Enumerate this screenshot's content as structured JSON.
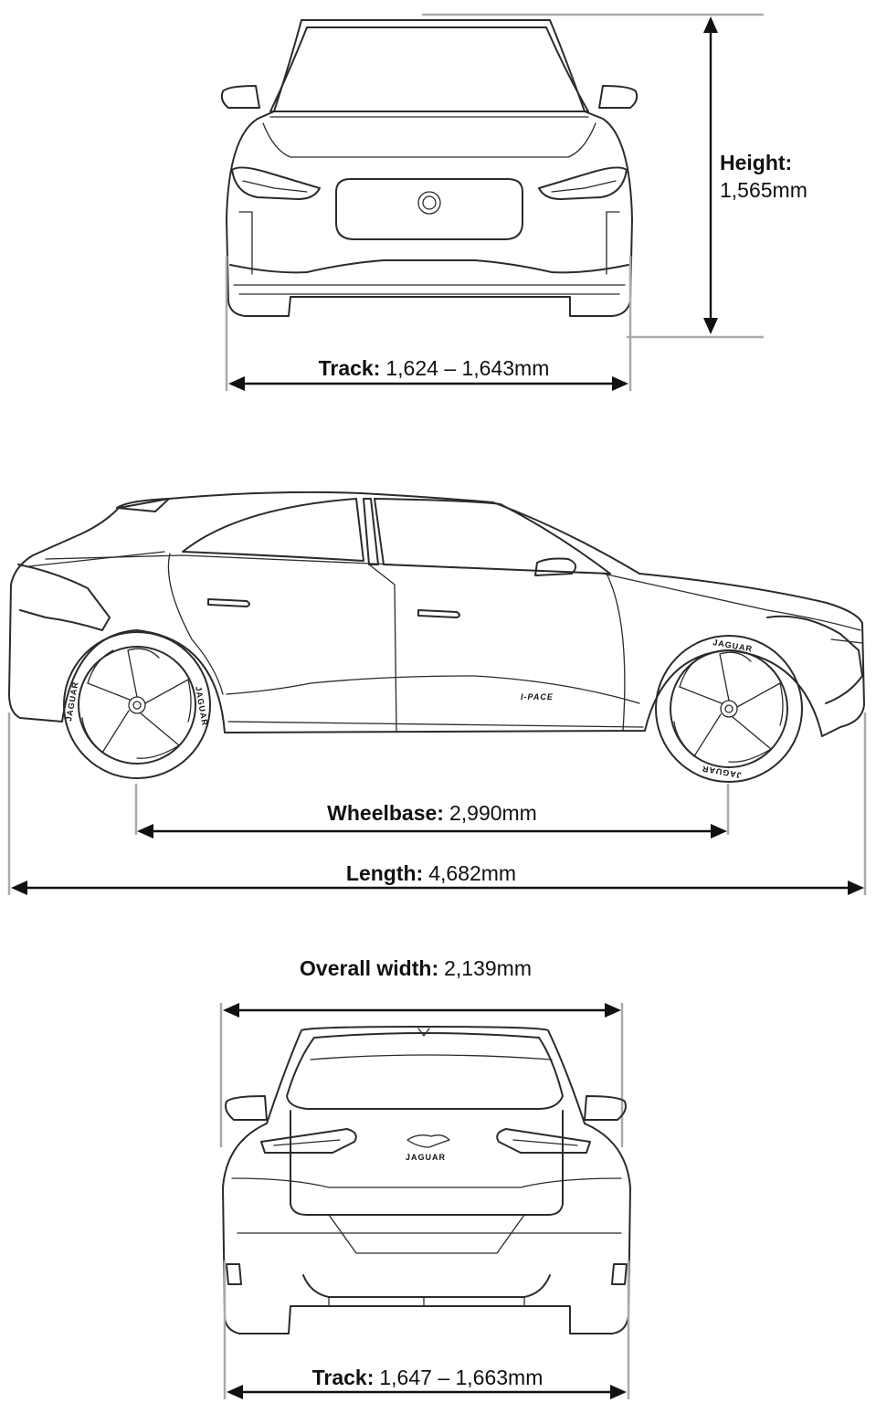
{
  "dimensions": {
    "height": {
      "label": "Height:",
      "value": "1,565mm"
    },
    "front_track": {
      "label": "Track:",
      "value": "1,624 – 1,643mm"
    },
    "wheelbase": {
      "label": "Wheelbase:",
      "value": "2,990mm"
    },
    "length": {
      "label": "Length:",
      "value": "4,682mm"
    },
    "overall_width": {
      "label": "Overall width:",
      "value": "2,139mm"
    },
    "rear_track": {
      "label": "Track:",
      "value": "1,647 – 1,663mm"
    }
  },
  "markings": {
    "side_badge": "I-PACE",
    "rear_badge": "JAGUAR",
    "tyre_text": "JAGUAR"
  },
  "colors": {
    "line": "#2b2b2b",
    "extension_line": "#aaaaaa",
    "dimension_line": "#111111",
    "background": "#ffffff"
  }
}
